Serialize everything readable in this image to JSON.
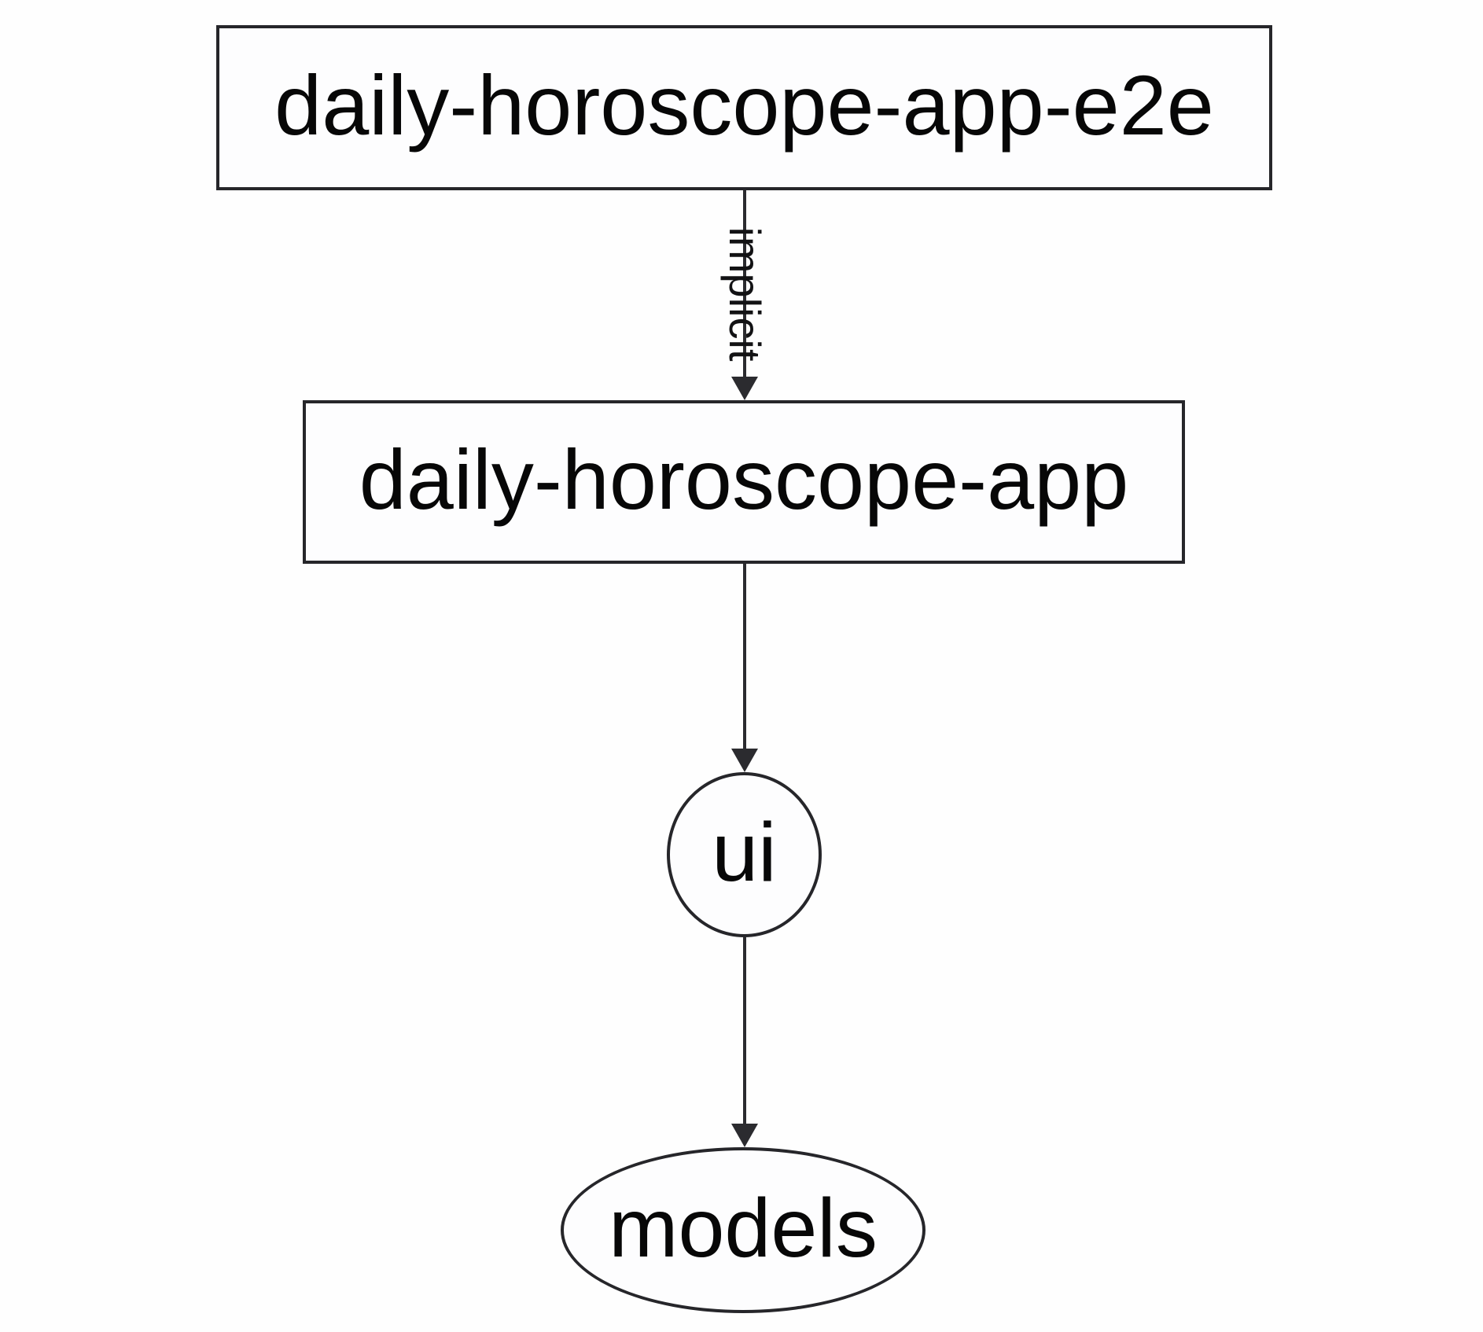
{
  "diagram": {
    "kind": "dependency-graph",
    "colors": {
      "background": "#fefefe",
      "node_fill": "#fdfdfe",
      "stroke": "#26262a",
      "edge": "#2b2b2f",
      "text": "#070707"
    },
    "nodes": {
      "e2e": {
        "label": "daily-horoscope-app-e2e",
        "shape": "rect"
      },
      "app": {
        "label": "daily-horoscope-app",
        "shape": "rect"
      },
      "ui": {
        "label": "ui",
        "shape": "ellipse"
      },
      "models": {
        "label": "models",
        "shape": "ellipse"
      }
    },
    "edges": {
      "e2e_to_app": {
        "from": "daily-horoscope-app-e2e",
        "to": "daily-horoscope-app",
        "label": "implicit",
        "style": "solid",
        "arrow": "down"
      },
      "app_to_ui": {
        "from": "daily-horoscope-app",
        "to": "ui",
        "label": "",
        "style": "solid",
        "arrow": "down"
      },
      "ui_to_models": {
        "from": "ui",
        "to": "models",
        "label": "",
        "style": "solid",
        "arrow": "down"
      }
    }
  }
}
